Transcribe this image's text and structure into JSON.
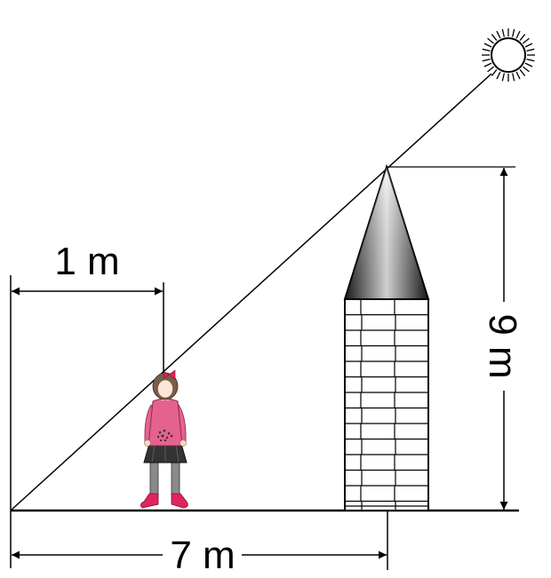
{
  "diagram": {
    "labels": {
      "girl_distance": "1 m",
      "tower_distance": "7 m",
      "tower_height": "9 m"
    },
    "objects": {
      "light_source": "sun-icon",
      "person": "girl-figure",
      "building": "brick-tower-with-cone-roof"
    },
    "colors": {
      "line": "#000000",
      "girl_top": "#e5628f",
      "girl_skirt": "#333333",
      "girl_legs": "#8a8a8a",
      "girl_shoes": "#e0245e",
      "tower_wall": "#ffffff"
    }
  }
}
